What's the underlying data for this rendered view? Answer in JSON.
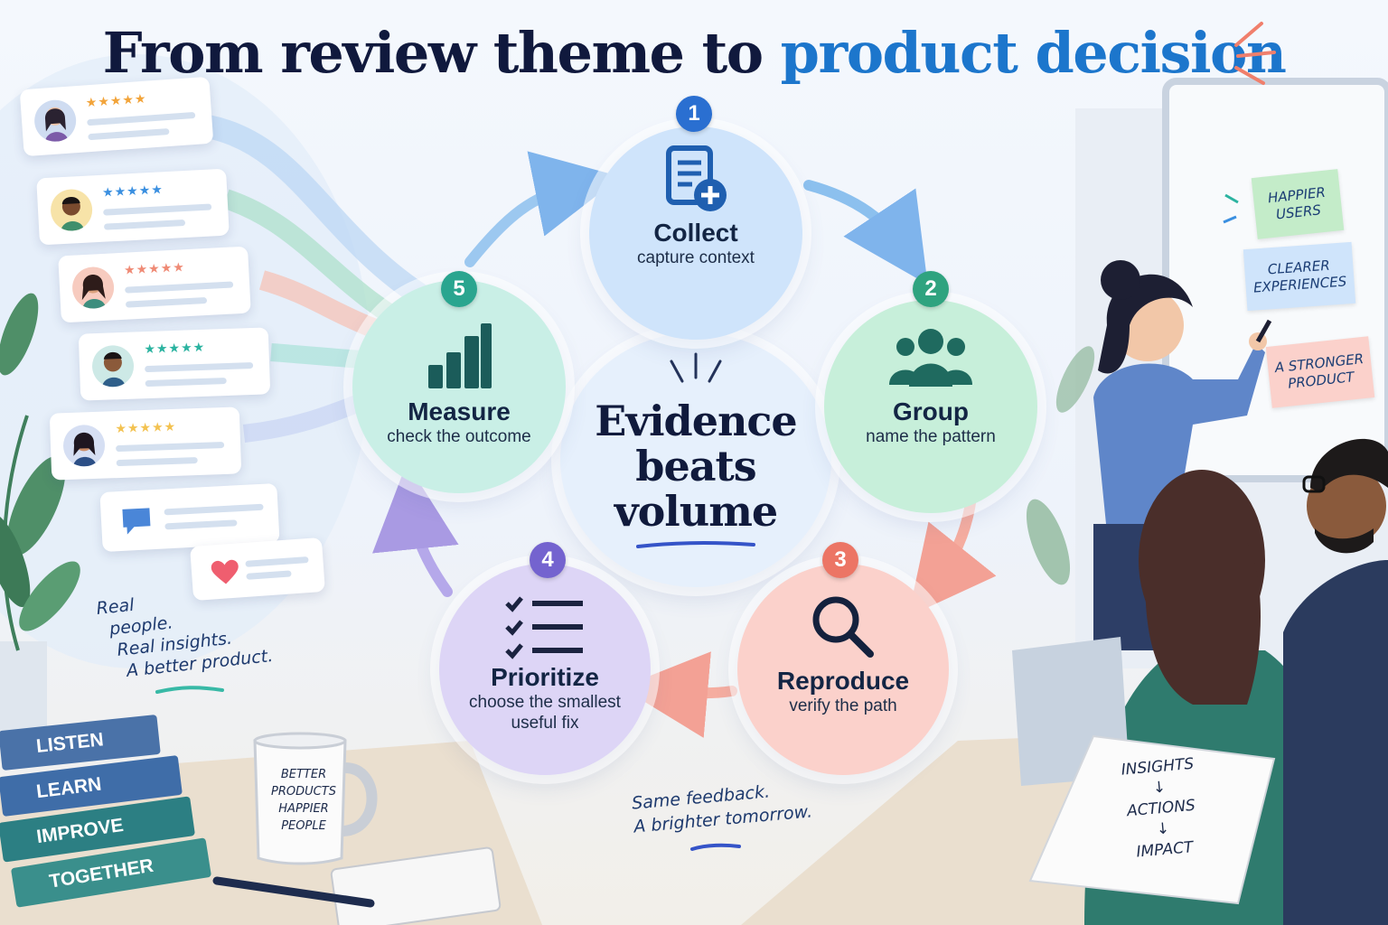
{
  "title": {
    "part1": "From review theme to",
    "part2": "product decision"
  },
  "colors": {
    "title_dark": "#10193d",
    "title_accent": "#1c76cc",
    "collect": "#cfe4fb",
    "group": "#c7efda",
    "reproduce": "#fbd1cb",
    "prioritize": "#ddd5f6",
    "measure": "#c9efe6"
  },
  "reviews": [
    {
      "stars": "★★★★★",
      "star_color": "#f2a43a"
    },
    {
      "stars": "★★★★★",
      "star_color": "#3a8fe0"
    },
    {
      "stars": "★★★★★",
      "star_color": "#ef8a75"
    },
    {
      "stars": "★★★★★",
      "star_color": "#2bb3a0"
    },
    {
      "stars": "★★★★★",
      "star_color": "#f3c251"
    }
  ],
  "cycle": {
    "center": [
      "Evidence",
      "beats",
      "volume"
    ],
    "steps": [
      {
        "number": "1",
        "name": "Collect",
        "desc": "capture context",
        "icon": "document-plus-icon"
      },
      {
        "number": "2",
        "name": "Group",
        "desc": "name the pattern",
        "icon": "people-group-icon"
      },
      {
        "number": "3",
        "name": "Reproduce",
        "desc": "verify the path",
        "icon": "magnifier-icon"
      },
      {
        "number": "4",
        "name": "Prioritize",
        "desc": "choose the smallest useful fix",
        "icon": "checklist-icon"
      },
      {
        "number": "5",
        "name": "Measure",
        "desc": "check the outcome",
        "icon": "bar-chart-icon"
      }
    ]
  },
  "notes": {
    "left": [
      "Real",
      "people.",
      "Real insights.",
      "A better product."
    ],
    "bottom": [
      "Same feedback.",
      "A brighter tomorrow."
    ]
  },
  "mug": [
    "BETTER",
    "PRODUCTS",
    "HAPPIER",
    "PEOPLE"
  ],
  "books": [
    "LISTEN",
    "LEARN",
    "IMPROVE",
    "TOGETHER"
  ],
  "stickies": [
    "HAPPIER USERS",
    "CLEARER EXPERIENCES",
    "A STRONGER PRODUCT"
  ],
  "paper": [
    "INSIGHTS",
    "↓",
    "ACTIONS",
    "↓",
    "IMPACT"
  ]
}
